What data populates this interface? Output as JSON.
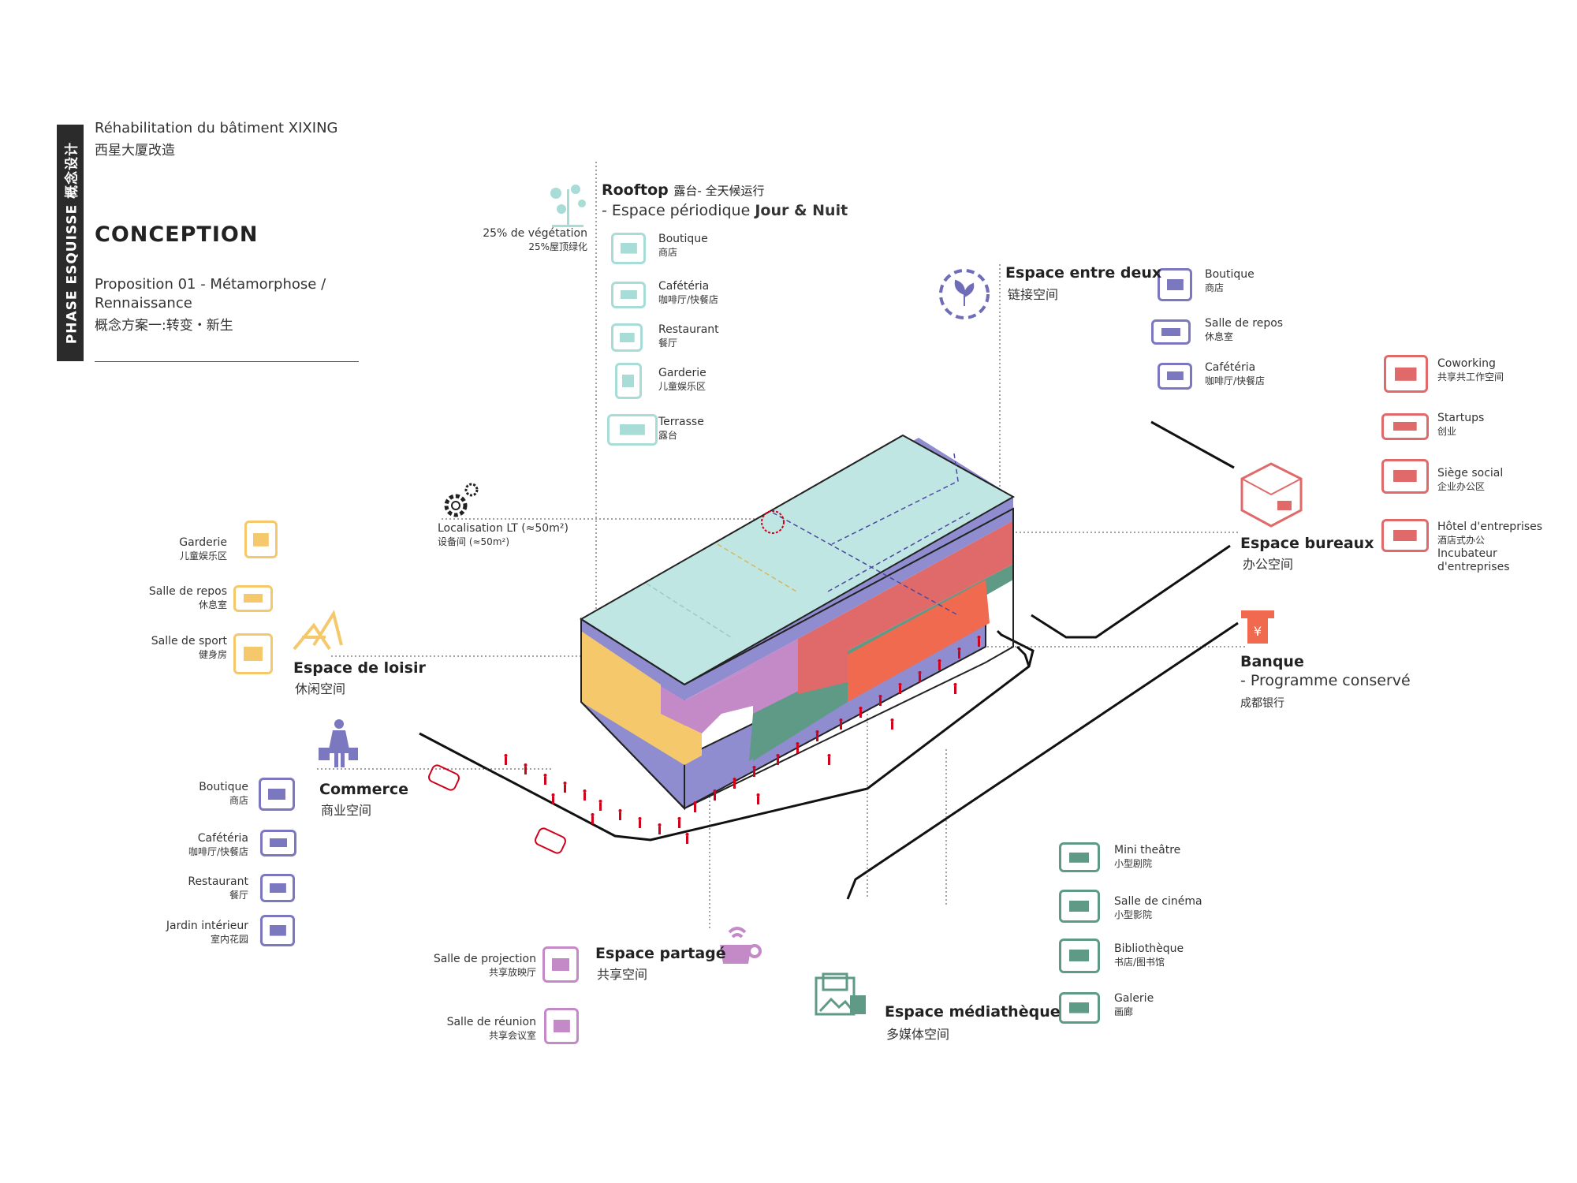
{
  "header": {
    "phase_tab": "PHASE  ESQUISSE  概念设计",
    "title_fr": "Réhabilitation du bâtiment XIXING",
    "title_cn": "西星大厦改造",
    "section": "CONCEPTION",
    "proposition_line1": "Proposition 01 - Métamorphose /",
    "proposition_line2": "Rennaissance",
    "proposition_cn": "概念方案一:转变・新生"
  },
  "rooftop": {
    "title": "Rooftop",
    "title_cn": "露台- 全天候运行",
    "subtitle_prefix": "- Espace périodique",
    "subtitle_bold": "Jour & Nuit",
    "vegetation_fr": "25% de végétation",
    "vegetation_cn": "25%屋顶绿化",
    "items": [
      {
        "fr": "Boutique",
        "cn": "商店"
      },
      {
        "fr": "Cafétéria",
        "cn": "咖啡厅/快餐店"
      },
      {
        "fr": "Restaurant",
        "cn": "餐厅"
      },
      {
        "fr": "Garderie",
        "cn": "儿童娱乐区"
      },
      {
        "fr": "Terrasse",
        "cn": "露台"
      }
    ]
  },
  "localisation": {
    "fr": "Localisation LT   (≈50m²)",
    "cn": "设备间  (≈50m²)"
  },
  "entre_deux": {
    "title": "Espace entre deux",
    "title_cn": "链接空间",
    "items": [
      {
        "fr": "Boutique",
        "cn": "商店"
      },
      {
        "fr": "Salle de repos",
        "cn": "休息室"
      },
      {
        "fr": "Cafétéria",
        "cn": "咖啡厅/快餐店"
      }
    ]
  },
  "bureaux": {
    "title": "Espace bureaux",
    "title_cn": "办公空间",
    "items": [
      {
        "fr": "Coworking",
        "cn": "共享共工作空间"
      },
      {
        "fr": "Startups",
        "cn": "创业"
      },
      {
        "fr": "Siège social",
        "cn": "企业办公区"
      },
      {
        "fr": "Hôtel d'entreprises",
        "cn": "酒店式办公",
        "extra1": "Incubateur",
        "extra2": "d'entreprises"
      }
    ]
  },
  "banque": {
    "title": "Banque",
    "subtitle": "- Programme conservé",
    "cn": "成都银行"
  },
  "loisir": {
    "title": "Espace de loisir",
    "title_cn": "休闲空间",
    "items": [
      {
        "fr": "Garderie",
        "cn": "儿童娱乐区"
      },
      {
        "fr": "Salle de repos",
        "cn": "休息室"
      },
      {
        "fr": "Salle de sport",
        "cn": "健身房"
      }
    ]
  },
  "commerce": {
    "title": "Commerce",
    "title_cn": "商业空间",
    "items": [
      {
        "fr": "Boutique",
        "cn": "商店"
      },
      {
        "fr": "Cafétéria",
        "cn": "咖啡厅/快餐店"
      },
      {
        "fr": "Restaurant",
        "cn": "餐厅"
      },
      {
        "fr": "Jardin intérieur",
        "cn": "室内花园"
      }
    ]
  },
  "partage": {
    "title": "Espace partagé",
    "title_cn": "共享空间",
    "items": [
      {
        "fr": "Salle de projection",
        "cn": "共享放映厅"
      },
      {
        "fr": "Salle de réunion",
        "cn": "共享会议室"
      }
    ]
  },
  "mediatheque": {
    "title": "Espace médiathèque",
    "title_cn": "多媒体空间",
    "items": [
      {
        "fr": "Mini theâtre",
        "cn": "小型剧院"
      },
      {
        "fr": "Salle de cinéma",
        "cn": "小型影院"
      },
      {
        "fr": "Bibliothèque",
        "cn": "书店/图书馆"
      },
      {
        "fr": "Galerie",
        "cn": "画廊"
      }
    ]
  },
  "colors": {
    "rooftop": "#9fd6d0",
    "bureaux": "#e06a6a",
    "banque": "#f06a4f",
    "entre_deux": "#7b78c0",
    "loisir": "#f5c96b",
    "commerce": "#7b78c0",
    "partage": "#c48ac8",
    "mediatheque": "#5f9a86",
    "facade": "#8f8ccf",
    "people": "#d0021b"
  }
}
